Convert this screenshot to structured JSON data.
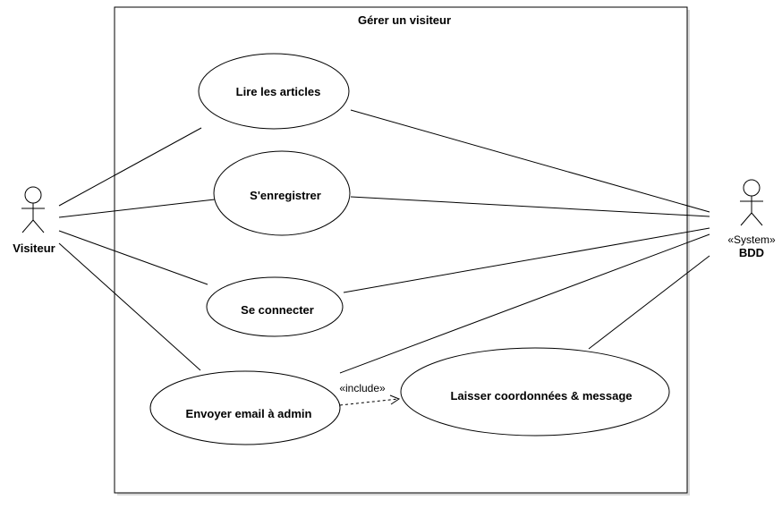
{
  "system": {
    "title": "Gérer un visiteur"
  },
  "actors": {
    "visiteur": {
      "name": "Visiteur"
    },
    "bdd": {
      "stereotype": "«System»",
      "name": "BDD"
    }
  },
  "use_cases": {
    "lire": "Lire les articles",
    "enregistrer": "S'enregistrer",
    "connecter": "Se connecter",
    "envoyer": "Envoyer email à admin",
    "laisser": "Laisser coordonnées & message"
  },
  "relations": {
    "include_label": "«include»"
  }
}
